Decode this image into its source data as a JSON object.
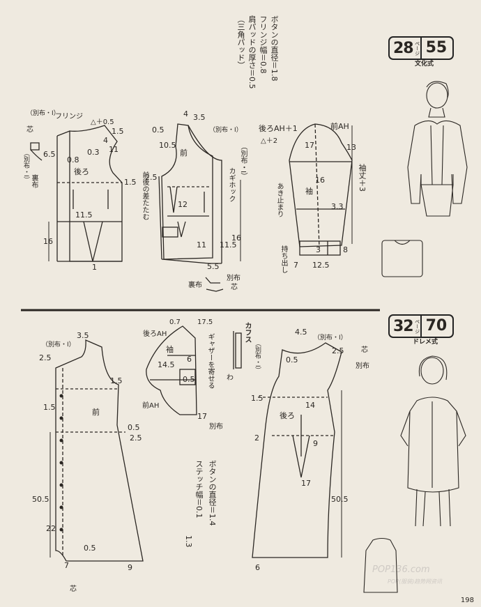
{
  "top_badge": {
    "number": "28",
    "page_label": "ページ",
    "model": "55",
    "style": "文化式"
  },
  "bottom_badge": {
    "number": "32",
    "page_label": "ページ",
    "model": "70",
    "style": "ドレメ式"
  },
  "notes_top": [
    "ボタンの直径＝1.8",
    "フリンジ幅＝0.8",
    "肩パッドの厚さ＝0.5",
    "（三角パッド）"
  ],
  "notes_bottom": [
    "ボタンの直径＝1.4",
    "ステッチ幅＝0.1",
    "1.3"
  ],
  "labels": {
    "back": "後ろ",
    "front": "前",
    "sleeve": "袖",
    "ura": "裏布",
    "betsu_back": "（別布・I）",
    "betsu_front": "（別布・I）",
    "fringe": "フリンジ",
    "shin": "芯",
    "tatamu": "前後の差たたむ",
    "kagi": "カギホック",
    "sleeve_len": "袖丈＋3",
    "akidomari": "あき止まり",
    "mochidashi": "持ち出し",
    "back_ah": "後ろAH＋1",
    "front_ah": "前AH",
    "betsu_side": "（別布・I）",
    "betsu_v": "（別布・I）",
    "betsu_cuff": "（別布・I）",
    "gather": "ギャザーを寄せる",
    "cuffs": "カフス",
    "back_ah2": "後ろAH",
    "front_ah2": "前AH",
    "bottom_back": "後ろ",
    "bottom_front": "前",
    "bottom_sleeve": "袖",
    "wa": "わ",
    "betsu_bot": "（別布・I）",
    "betsu_r": "（別布・I）",
    "betsufu": "別布"
  },
  "dims": {
    "d16": "16",
    "d115": "11.5",
    "d1": "1",
    "d05": "0.5",
    "d15": "1.5",
    "d2": "2",
    "d4": "4",
    "d35": "3.5",
    "d105": "10.5",
    "d25": "2.5",
    "d12": "12",
    "d11": "11",
    "d55": "5.5",
    "d115b": "11.5",
    "d65": "6.5",
    "d08": "0.8",
    "d03": "0.3",
    "d17": "17",
    "d13": "13",
    "d3": "3",
    "d8": "8",
    "d125": "12.5",
    "d7": "7",
    "d175": "17.5",
    "d07": "0.7",
    "d145": "14.5",
    "d6": "6",
    "d505": "50.5",
    "d22": "22",
    "d9": "9",
    "d14": "14",
    "d45": "4.5",
    "d33": "3.3",
    "a05": "△＋0.5",
    "a2": "△＋2"
  },
  "page_number": "198",
  "watermark": "POP136.com",
  "watermark_sub": "POP(服装)趋势网资讯"
}
